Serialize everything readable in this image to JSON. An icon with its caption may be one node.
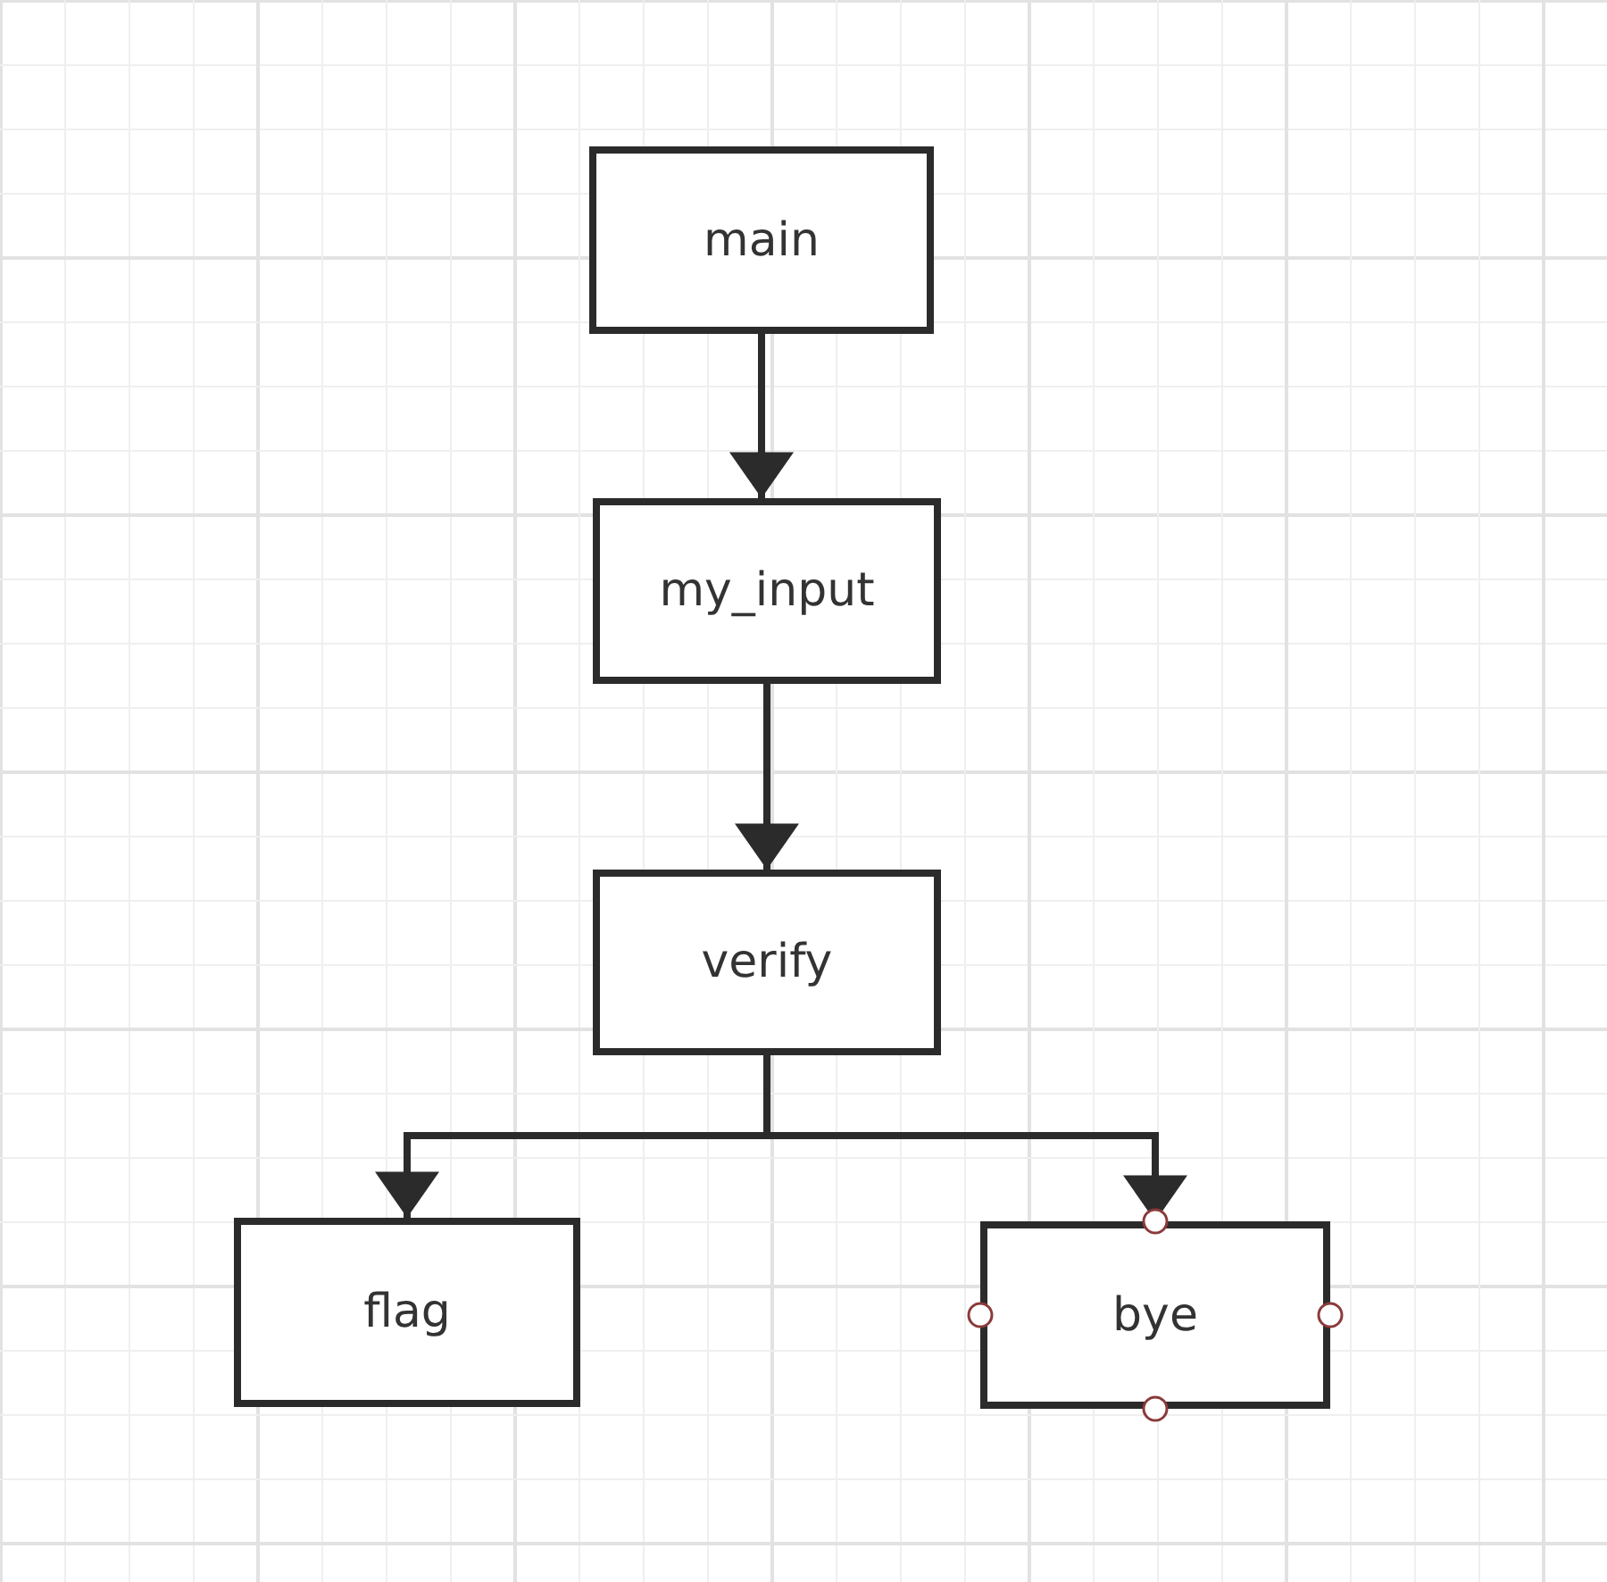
{
  "diagram": {
    "nodes": [
      {
        "text": [
          "main"
        ]
      },
      {
        "text": [
          "my_input"
        ]
      },
      {
        "text": [
          "verify"
        ]
      },
      {
        "text": [
          "flag"
        ]
      },
      {
        "text": [
          "bye"
        ]
      }
    ],
    "edges": [
      {
        "from": 0,
        "to": 1,
        "arrow": "to"
      },
      {
        "from": 1,
        "to": 2,
        "arrow": "to"
      },
      {
        "from": 2,
        "to": 3,
        "arrow": "to"
      },
      {
        "from": 2,
        "to": 4,
        "arrow": "to"
      }
    ]
  }
}
